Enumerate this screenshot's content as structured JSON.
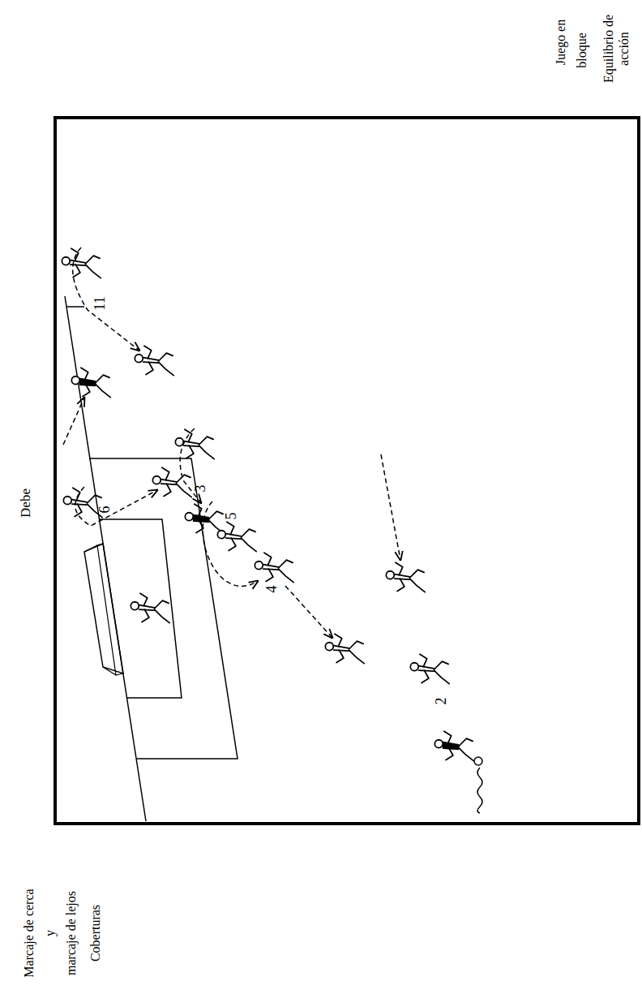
{
  "diagram": {
    "labels": [
      "Debe",
      "Juego en",
      "bloque",
      "Equilibrio de acción",
      "11",
      "6",
      "3",
      "5",
      "4",
      "2",
      "Marcaje de cerca",
      "y",
      "marcaje de lejos",
      "Coberturas"
    ]
  }
}
